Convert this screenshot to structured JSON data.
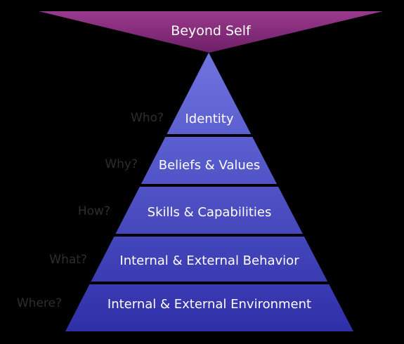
{
  "top_triangle": {
    "label": "Beyond Self",
    "color": "#8e2d80"
  },
  "pyramid": {
    "gradient_top": "#6f74e0",
    "gradient_bottom": "#2f2fa8",
    "separator_color": "#000000",
    "layers": [
      {
        "label": "Identity",
        "question": "Who?"
      },
      {
        "label": "Beliefs & Values",
        "question": "Why?"
      },
      {
        "label": "Skills & Capabilities",
        "question": "How?"
      },
      {
        "label": "Internal & External Behavior",
        "question": "What?"
      },
      {
        "label": "Internal & External Environment",
        "question": "Where?"
      }
    ]
  }
}
